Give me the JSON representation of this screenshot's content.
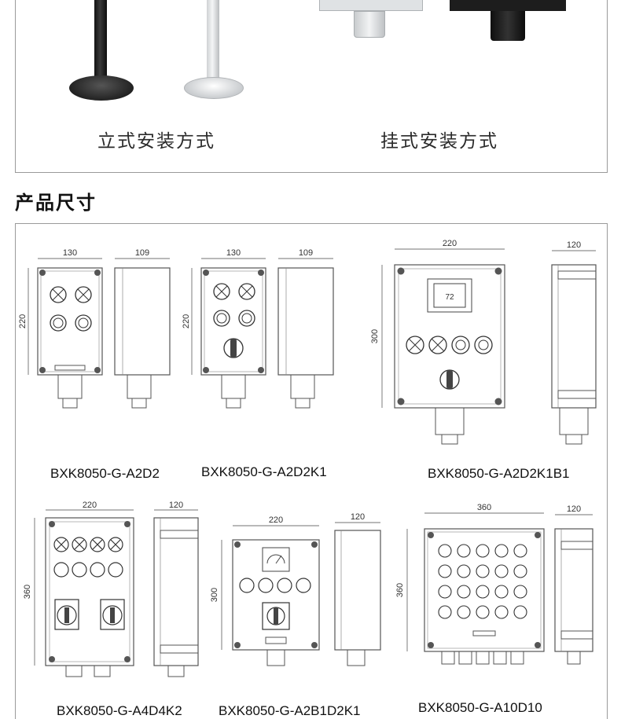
{
  "mounting": {
    "floor_label": "立式安装方式",
    "wall_label": "挂式安装方式"
  },
  "dimensions_section": {
    "title": "产品尺寸"
  },
  "products": [
    {
      "model": "BXK8050-G-A2D2",
      "front_width": "130",
      "side_depth": "109",
      "height": "220"
    },
    {
      "model": "BXK8050-G-A2D2K1",
      "front_width": "130",
      "side_depth": "109",
      "height": "220"
    },
    {
      "model": "BXK8050-G-A2D2K1B1",
      "front_width": "220",
      "side_depth": "120",
      "height": "300",
      "meter_reading": "72"
    },
    {
      "model": "BXK8050-G-A4D4K2",
      "front_width": "220",
      "side_depth": "120",
      "height": "360"
    },
    {
      "model": "BXK8050-G-A2B1D2K1",
      "front_width": "220",
      "side_depth": "120",
      "height": "300"
    },
    {
      "model": "BXK8050-G-A10D10",
      "front_width": "360",
      "side_depth": "120",
      "height": "360"
    }
  ]
}
